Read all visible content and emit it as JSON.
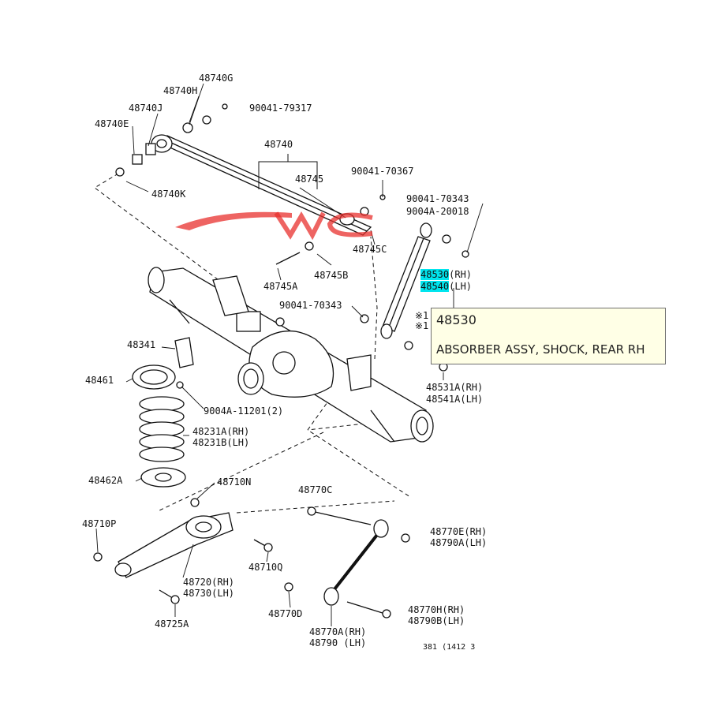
{
  "labels": {
    "p48740G": "48740G",
    "p48740H": "48740H",
    "p48740J": "48740J",
    "p48740E": "48740E",
    "p48740K": "48740K",
    "p90041_79317": "90041-79317",
    "p48740": "48740",
    "p48745": "48745",
    "p90041_70367": "90041-70367",
    "p90041_70343_top": "90041-70343",
    "p9004A_20018": "9004A-20018",
    "p48745C": "48745C",
    "p48745A": "48745A",
    "p48745B": "48745B",
    "p48530": "48530",
    "p48530_side": "(RH)",
    "p48540": "48540",
    "p48540_side": "(LH)",
    "p90041_70343_mid": "90041-70343",
    "p48341": "48341",
    "p48461": "48461",
    "p9004A_11201": "9004A-11201(2)",
    "p48231A": "48231A(RH)",
    "p48231B": "48231B(LH)",
    "p48531A": "48531A(RH)",
    "p48541A": "48541A(LH)",
    "p48462A": "48462A",
    "p48710N": "48710N",
    "p48770C": "48770C",
    "p48710P": "48710P",
    "p48770E": "48770E(RH)",
    "p48790A": "48790A(LH)",
    "p48720": "48720(RH)",
    "p48730": "48730(LH)",
    "p48710Q": "48710Q",
    "p48770D": "48770D",
    "p48770H": "48770H(RH)",
    "p48790B": "48790B(LH)",
    "p48725A": "48725A",
    "p48770A": "48770A(RH)",
    "p48790": "48790  (LH)",
    "star1": "※1",
    "star2": "※1",
    "footer": "381 (1412      3"
  },
  "tooltip": {
    "part_number": "48530",
    "description": "ABSORBER ASSY, SHOCK, REAR RH"
  },
  "watermark": {
    "color": "#e8302e"
  }
}
